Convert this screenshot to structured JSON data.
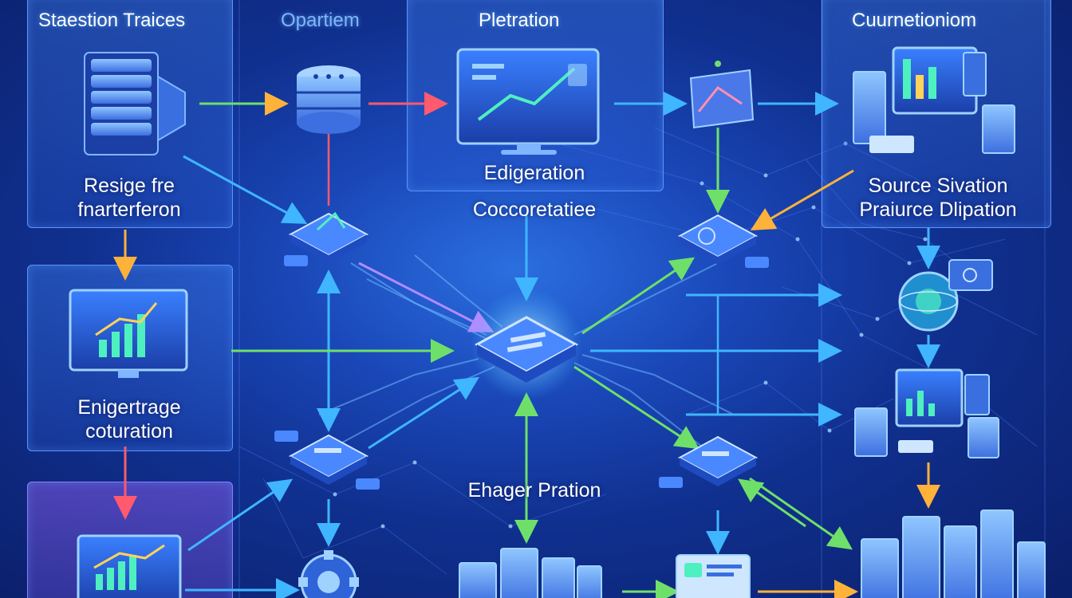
{
  "headers": {
    "col1": "Staestion Traices",
    "col2": "Opartiem",
    "col3": "Pletration",
    "col4": "Cuurnetioniom"
  },
  "labels": {
    "panel1_line1": "Resige fre",
    "panel1_line2": "fnarterferon",
    "panel2_line1": "Enigertrage",
    "panel2_line2": "coturation",
    "center_top_line1": "Edigeration",
    "center_top_line2": "Coccoretatiee",
    "right_top_line1": "Source Sivation",
    "right_top_line2": "Praiurce Dlipation",
    "center_bottom": "Ehager Pration"
  },
  "colors": {
    "arrow_cyan": "#3fb6ff",
    "arrow_green": "#6ee06a",
    "arrow_red": "#ff5a6e",
    "arrow_yellow": "#ffb23a",
    "arrow_purple": "#b08cff",
    "panel_border": "#5c93ff"
  }
}
